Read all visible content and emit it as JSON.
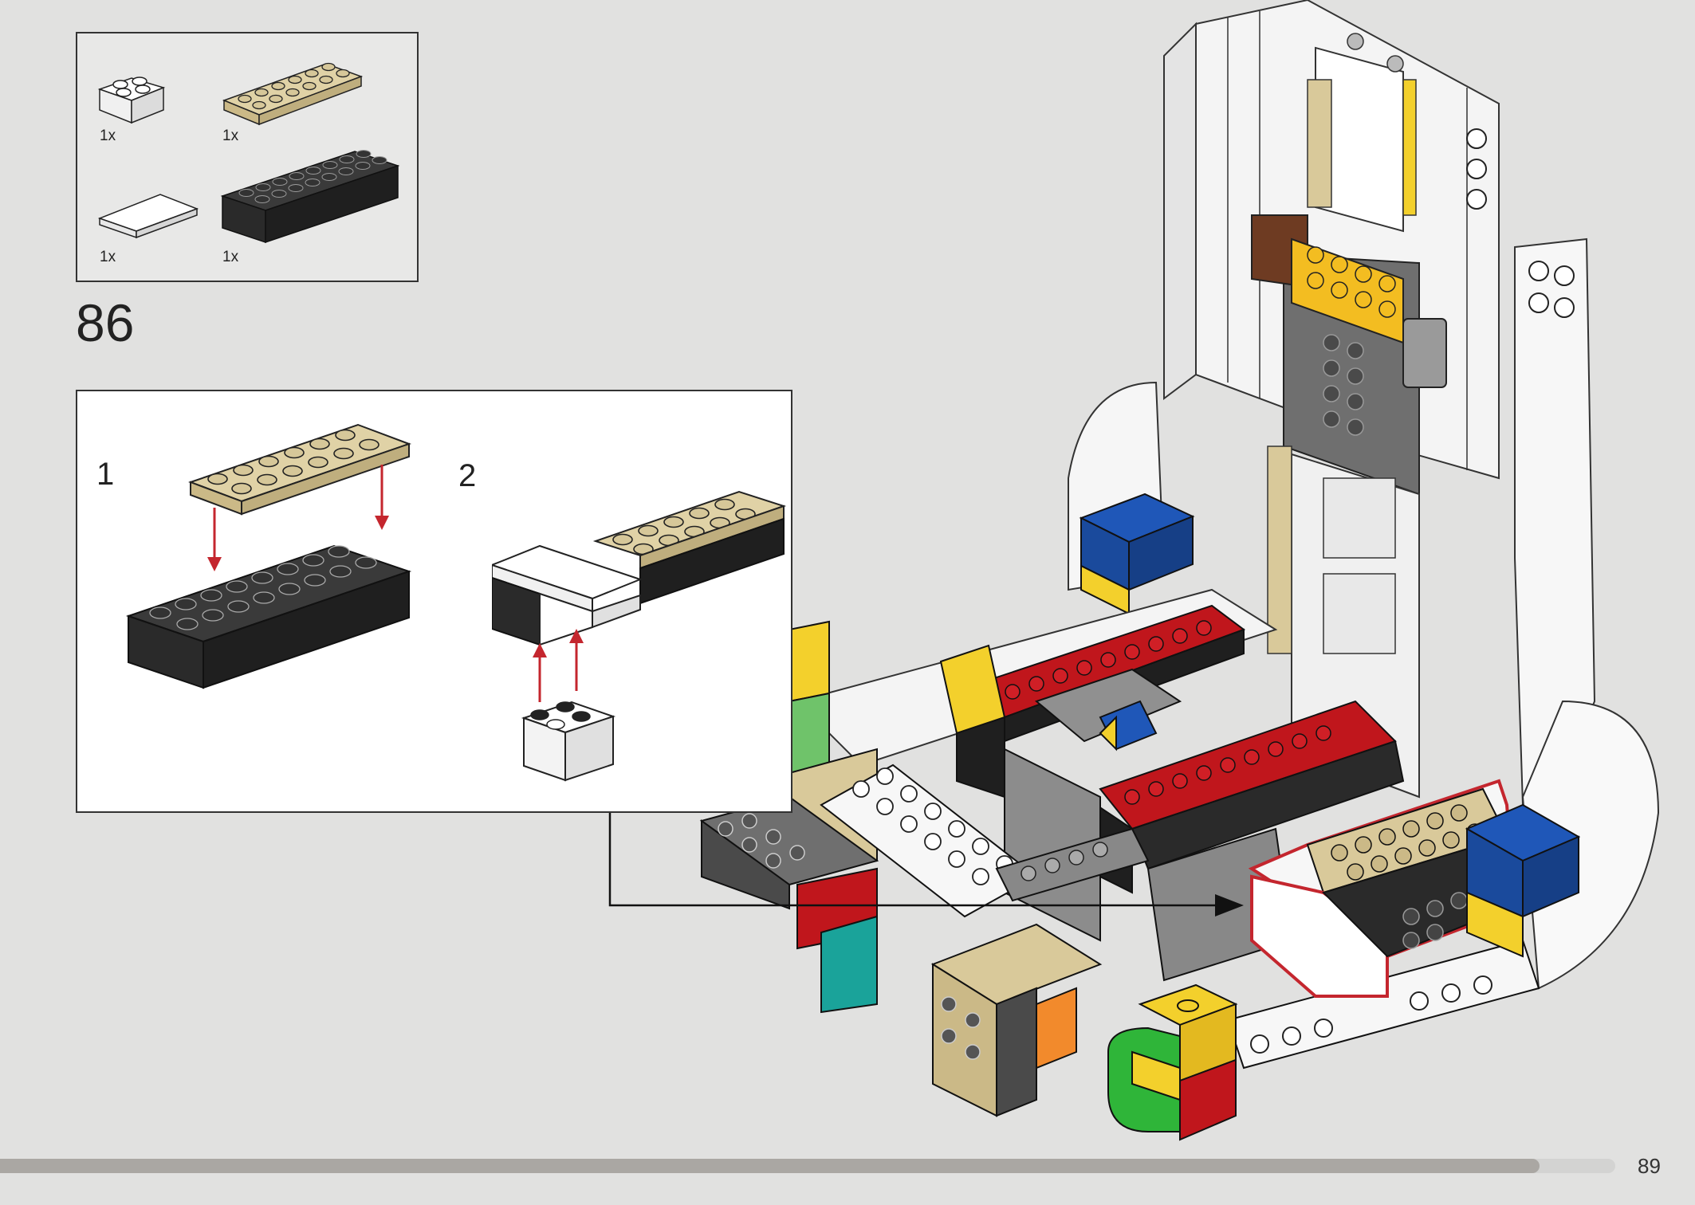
{
  "step": {
    "number": "86"
  },
  "parts_list": {
    "items": [
      {
        "quantity": "1x",
        "part": "white-brick-2x2",
        "color": "#ffffff"
      },
      {
        "quantity": "1x",
        "part": "tan-plate-2x6",
        "color": "#d9c99a"
      },
      {
        "quantity": "1x",
        "part": "white-tile-2x2",
        "color": "#f2f2f2"
      },
      {
        "quantity": "1x",
        "part": "black-brick-2x8",
        "color": "#2b2b2b"
      }
    ]
  },
  "substeps": [
    {
      "label": "1"
    },
    {
      "label": "2"
    }
  ],
  "colors": {
    "arrow": "#c4262e",
    "highlight": "#c4262e",
    "background": "#e1e1e0"
  },
  "progress": {
    "fraction": 0.953
  },
  "page": {
    "number": "89"
  }
}
